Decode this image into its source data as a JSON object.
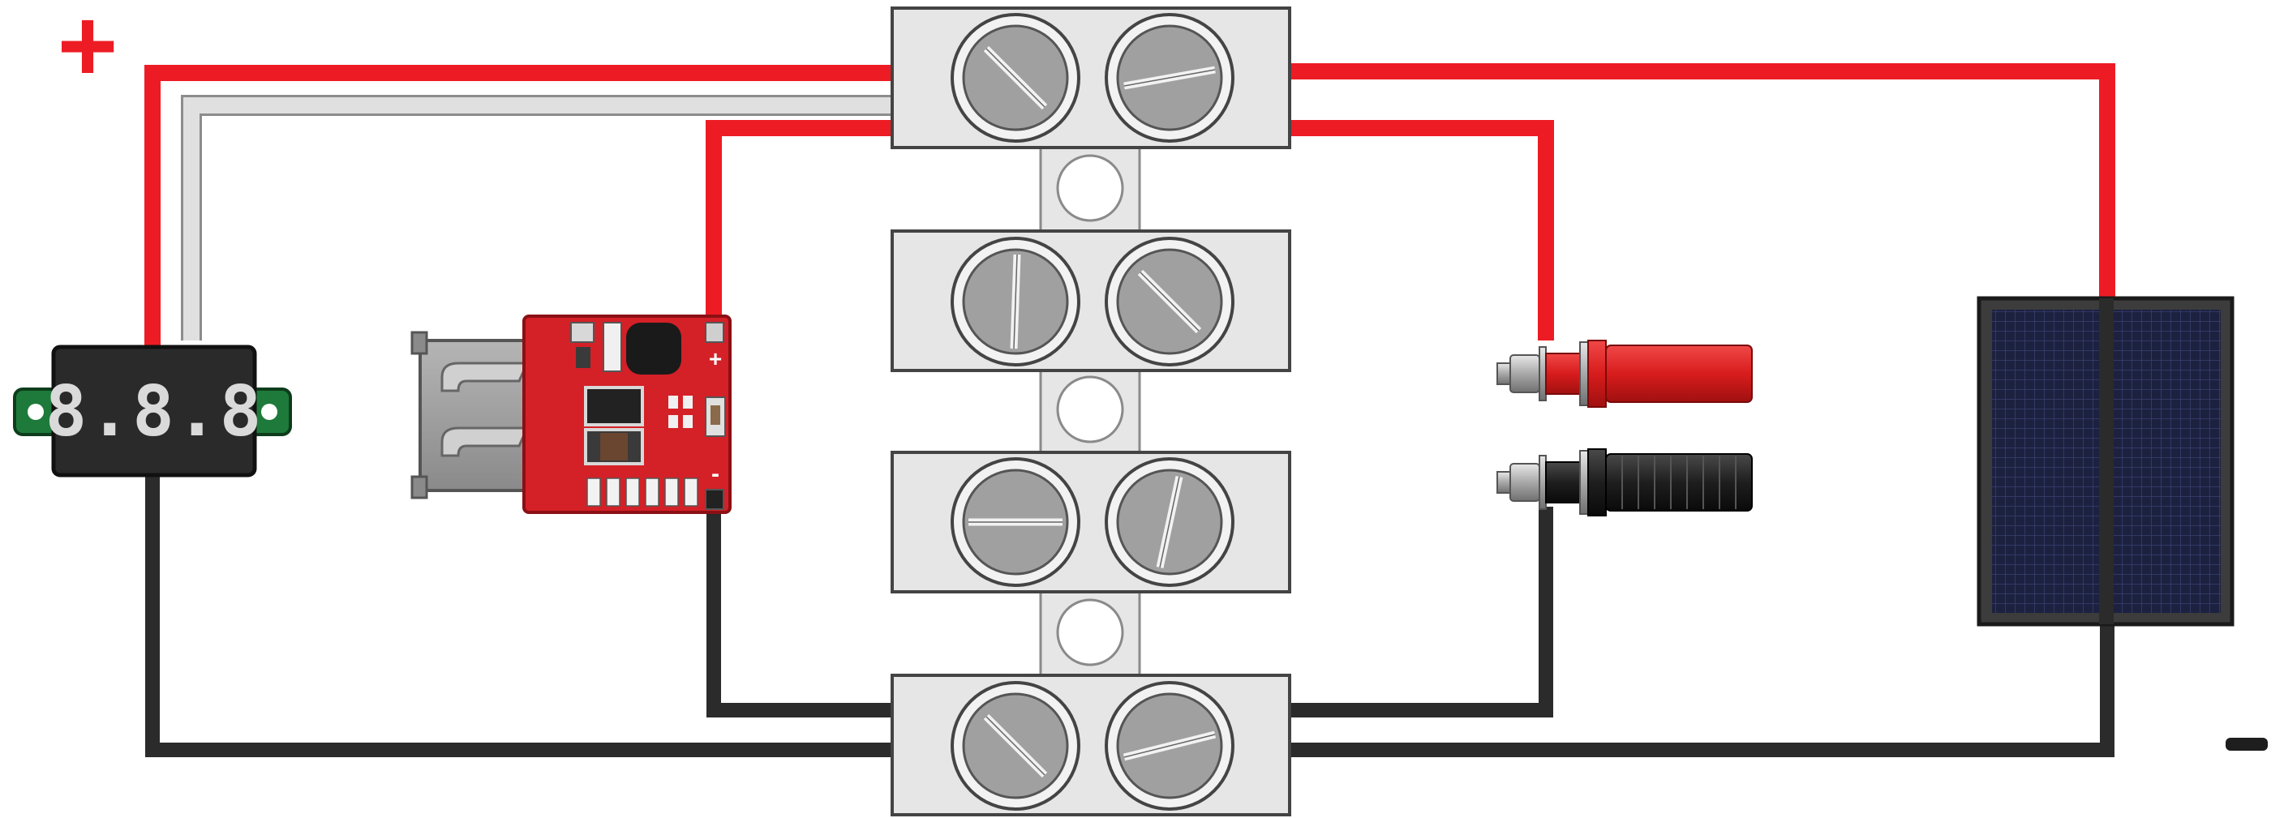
{
  "diagram": {
    "polarity": {
      "positive": "+",
      "negative": "−"
    },
    "voltmeter": {
      "display": "8.8.8"
    },
    "boost_module": {
      "plus_label": "+",
      "minus_label": "-"
    },
    "colors": {
      "positive_wire": "#ed1c24",
      "negative_wire": "#2b2b2b",
      "sense_wire": "#d9d9d9",
      "terminal_block": "#e6e6e6",
      "pcb": "#d42027",
      "solar_cell": "#1c2140",
      "banana_red": "#e02020",
      "banana_black": "#1e1e1e"
    },
    "components": [
      "voltmeter-display",
      "usb-boost-module",
      "terminal-block",
      "banana-jack-red",
      "banana-jack-black",
      "solar-panel"
    ]
  }
}
